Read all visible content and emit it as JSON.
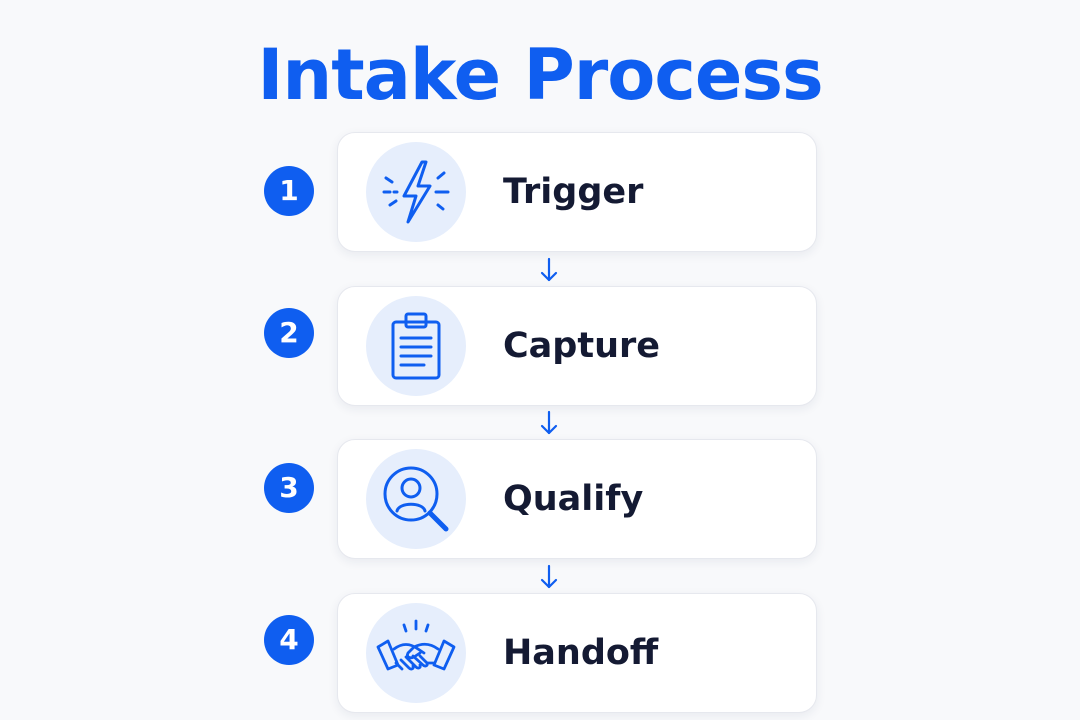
{
  "title": "Intake Process",
  "steps": [
    {
      "number": "1",
      "label": "Trigger",
      "icon": "lightning-bolt-icon"
    },
    {
      "number": "2",
      "label": "Capture",
      "icon": "clipboard-icon"
    },
    {
      "number": "3",
      "label": "Qualify",
      "icon": "person-search-icon"
    },
    {
      "number": "4",
      "label": "Handoff",
      "icon": "handshake-icon"
    }
  ],
  "colors": {
    "accent": "#0f5ef0",
    "text": "#141a33",
    "icon_bg": "#e6eefc",
    "background": "#f8f9fb"
  }
}
